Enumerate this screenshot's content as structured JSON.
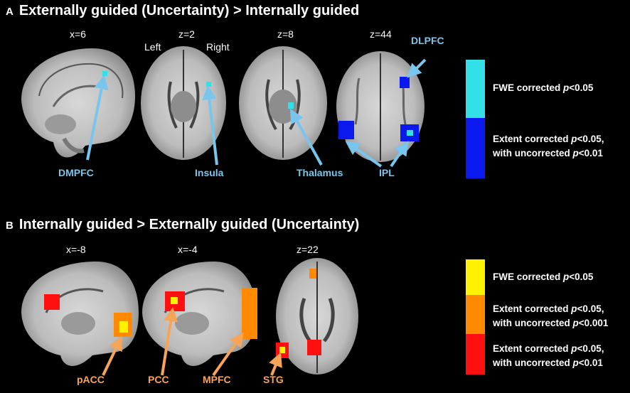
{
  "panel_a": {
    "letter": "A",
    "title": "Externally guided (Uncertainty) > Internally guided",
    "coords": [
      "x=6",
      "z=2",
      "z=8",
      "z=44"
    ],
    "left_label": "Left",
    "right_label": "Right",
    "regions": [
      "DLPFC",
      "DMPFC",
      "Insula",
      "Thalamus",
      "IPL"
    ],
    "legend": [
      {
        "line1": "FWE corrected ",
        "p1": "p",
        "t1": "<0.05",
        "color": "#33e0e8"
      },
      {
        "line1": "Extent corrected ",
        "p1": "p",
        "t1": "<0.05,",
        "line2": "with uncorrected ",
        "p2": "p",
        "t2": "<0.01",
        "color": "#0a1aee"
      }
    ]
  },
  "panel_b": {
    "letter": "B",
    "title": "Internally guided > Externally guided (Uncertainty)",
    "coords": [
      "x=-8",
      "x=-4",
      "z=22"
    ],
    "regions": [
      "pACC",
      "PCC",
      "MPFC",
      "STG"
    ],
    "legend": [
      {
        "line1": "FWE corrected ",
        "p1": "p",
        "t1": "<0.05",
        "color": "#fff200"
      },
      {
        "line1": "Extent corrected ",
        "p1": "p",
        "t1": "<0.05,",
        "line2": "with uncorrected ",
        "p2": "p",
        "t2": "<0.001",
        "color": "#ff8a00"
      },
      {
        "line1": "Extent corrected ",
        "p1": "p",
        "t1": "<0.05,",
        "line2": "with uncorrected ",
        "p2": "p",
        "t2": "<0.01",
        "color": "#ff1010"
      }
    ]
  }
}
